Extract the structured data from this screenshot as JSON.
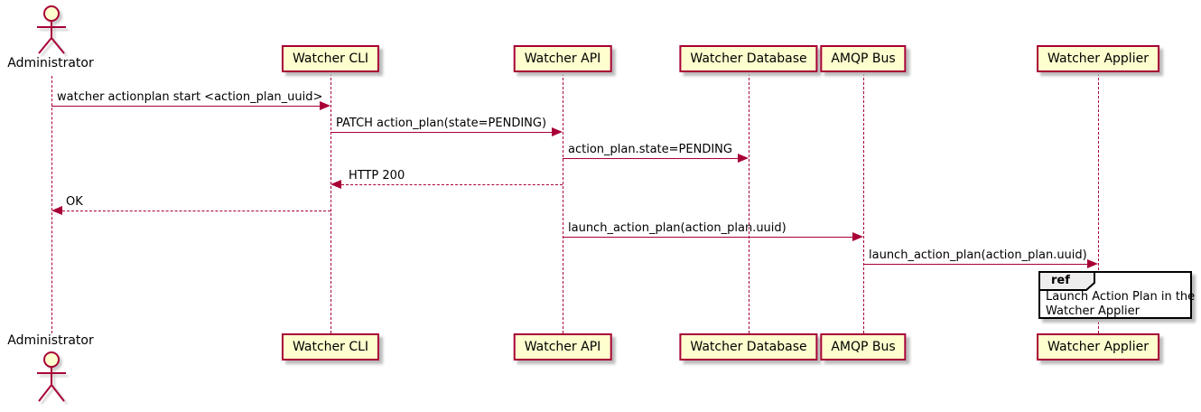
{
  "colors": {
    "background": "#FFFFFF",
    "text": "#000000",
    "participant_fill": "#FEFECE",
    "participant_border": "#A80036",
    "arrow": "#A80036",
    "lifeline": "#A80036",
    "actor_line": "#A80036",
    "ref_border": "#000000",
    "ref_header_fill": "#EEEEEE"
  },
  "participants": [
    {
      "name": "Administrator",
      "type": "actor"
    },
    {
      "name": "Watcher CLI",
      "type": "box"
    },
    {
      "name": "Watcher API",
      "type": "box"
    },
    {
      "name": "Watcher Database",
      "type": "box"
    },
    {
      "name": "AMQP Bus",
      "type": "box"
    },
    {
      "name": "Watcher Applier",
      "type": "box"
    }
  ],
  "messages": [
    {
      "label": "watcher actionplan start <action_plan_uuid>",
      "from": "Administrator",
      "to": "Watcher CLI",
      "line": "solid"
    },
    {
      "label": "PATCH action_plan(state=PENDING)",
      "from": "Watcher CLI",
      "to": "Watcher API",
      "line": "solid"
    },
    {
      "label": "action_plan.state=PENDING",
      "from": "Watcher API",
      "to": "Watcher Database",
      "line": "solid"
    },
    {
      "label": "HTTP 200",
      "from": "Watcher API",
      "to": "Watcher CLI",
      "line": "dashed"
    },
    {
      "label": "OK",
      "from": "Watcher CLI",
      "to": "Administrator",
      "line": "dashed"
    },
    {
      "label": "launch_action_plan(action_plan.uuid)",
      "from": "Watcher API",
      "to": "AMQP Bus",
      "line": "solid"
    },
    {
      "label": "launch_action_plan(action_plan.uuid)",
      "from": "AMQP Bus",
      "to": "Watcher Applier",
      "line": "solid"
    }
  ],
  "ref": {
    "keyword": "ref",
    "line1": "Launch Action Plan in the",
    "line2": "Watcher Applier",
    "over": "Watcher Applier"
  }
}
